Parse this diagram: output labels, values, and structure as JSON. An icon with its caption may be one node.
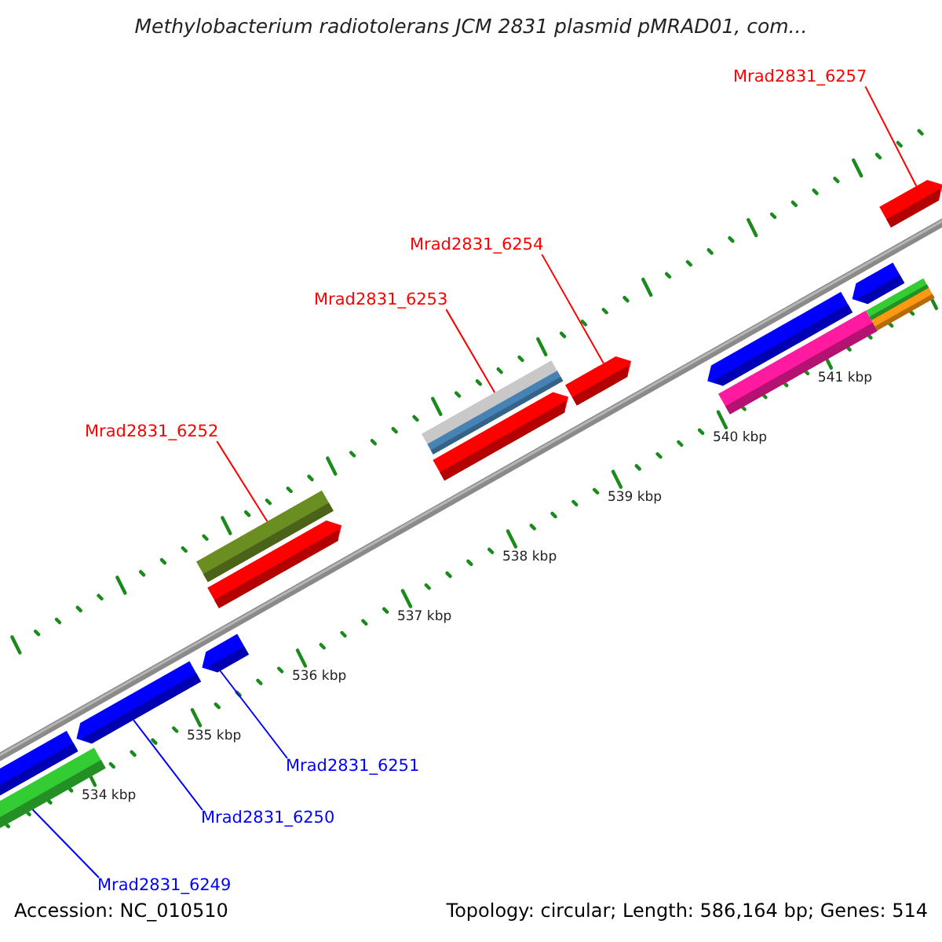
{
  "diagram": {
    "title": "Methylobacterium radiotolerans JCM 2831 plasmid pMRAD01, com...",
    "nodes": [
      {
        "text": [
          "Mrad2831_6257"
        ]
      },
      {
        "text": [],
        "shape": "arrow"
      },
      {
        "text": [
          "Mrad2831_6254"
        ]
      },
      {
        "text": [],
        "shape": "arrow"
      },
      {
        "text": [
          "Mrad2831_6253"
        ]
      },
      {
        "text": [],
        "shape": "bar"
      },
      {
        "text": [
          "Mrad2831_6252"
        ]
      },
      {
        "text": [],
        "shape": "bar"
      },
      {
        "text": [
          "Mrad2831_6251"
        ]
      },
      {
        "text": [],
        "shape": "arrow"
      },
      {
        "text": [
          "Mrad2831_6250"
        ]
      },
      {
        "text": [],
        "shape": "arrow"
      },
      {
        "text": [
          "Mrad2831_6249"
        ]
      },
      {
        "text": [],
        "shape": "bar"
      },
      {
        "text": [],
        "shape": "arrow"
      },
      {
        "text": [],
        "shape": "arrow"
      },
      {
        "text": [],
        "shape": "bar"
      },
      {
        "text": [],
        "shape": "arrow"
      },
      {
        "text": [],
        "shape": "arrow"
      },
      {
        "text": [],
        "shape": "bar"
      },
      {
        "text": [],
        "shape": "bar"
      },
      {
        "text": [],
        "shape": "bar"
      }
    ],
    "edges": [
      {
        "from": 0,
        "to": 1,
        "arrow": "none",
        "color": "#ff0000"
      },
      {
        "from": 2,
        "to": 3,
        "arrow": "none",
        "color": "#ff0000"
      },
      {
        "from": 4,
        "to": 5,
        "arrow": "none",
        "color": "#ff0000"
      },
      {
        "from": 6,
        "to": 7,
        "arrow": "none",
        "color": "#ff0000"
      },
      {
        "from": 8,
        "to": 9,
        "arrow": "none",
        "color": "#0000ff"
      },
      {
        "from": 10,
        "to": 11,
        "arrow": "none",
        "color": "#0000ff"
      },
      {
        "from": 12,
        "to": 13,
        "arrow": "none",
        "color": "#0000ff"
      }
    ],
    "labels": [
      "534 kbp",
      "535 kbp",
      "536 kbp",
      "537 kbp",
      "538 kbp",
      "539 kbp",
      "540 kbp",
      "541 kbp",
      "Accession: NC_010510",
      "Topology: circular; Length: 586,164 bp; Genes: 514"
    ]
  }
}
